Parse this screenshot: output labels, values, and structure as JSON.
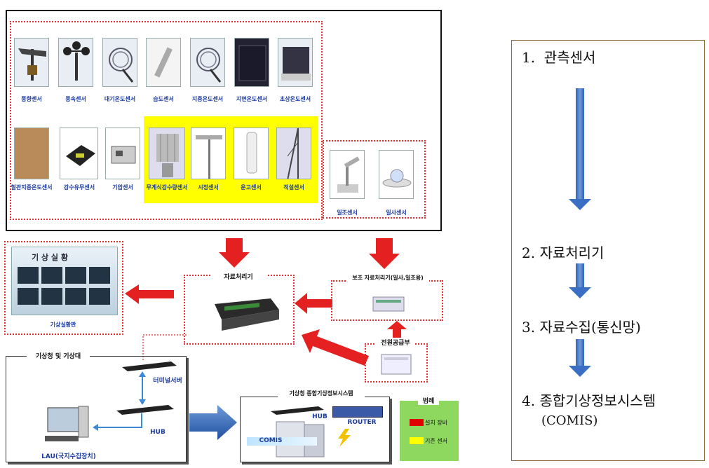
{
  "sensors_row1": [
    "풍향센서",
    "풍속센서",
    "대기온도센서",
    "습도센서",
    "지중온도센서",
    "지면온도센서",
    "초상온도센서"
  ],
  "sensors_row2a": [
    "철관지중온도센서",
    "강수유무센서",
    "기압센서"
  ],
  "sensors_row2b": [
    "무게식강수량센서",
    "시정센서",
    "운고센서",
    "적설센서"
  ],
  "sensors_extra": [
    "일조센서",
    "일사센서"
  ],
  "weather_panel": {
    "title": "기 상 실 황",
    "caption": "기상실황판"
  },
  "processor": {
    "label": "자료처리기"
  },
  "aux_processor": {
    "label": "보조 자료처리기(일사,일조용)"
  },
  "power": {
    "label": "전원공급부"
  },
  "kma_box": {
    "title": "기상청 및 기상대",
    "terminal": "터미널서버",
    "hub": "HUB",
    "lau": "LAU(국지수집장치)"
  },
  "comis_box": {
    "title": "기상청 종합기상정보시스템",
    "hub": "HUB",
    "router": "ROUTER",
    "comis": "COMIS"
  },
  "legend": {
    "title": "범례",
    "item1": "설치 장비",
    "item2": "기존 센서",
    "color1": "#e00000",
    "color2": "#ffff00"
  },
  "steps": {
    "s1": "1.  관측센서",
    "s2": "2. 자료처리기",
    "s3": "3. 자료수집(통신망)",
    "s4a": "4. 종합기상정보시스템",
    "s4b": "(COMIS)"
  }
}
